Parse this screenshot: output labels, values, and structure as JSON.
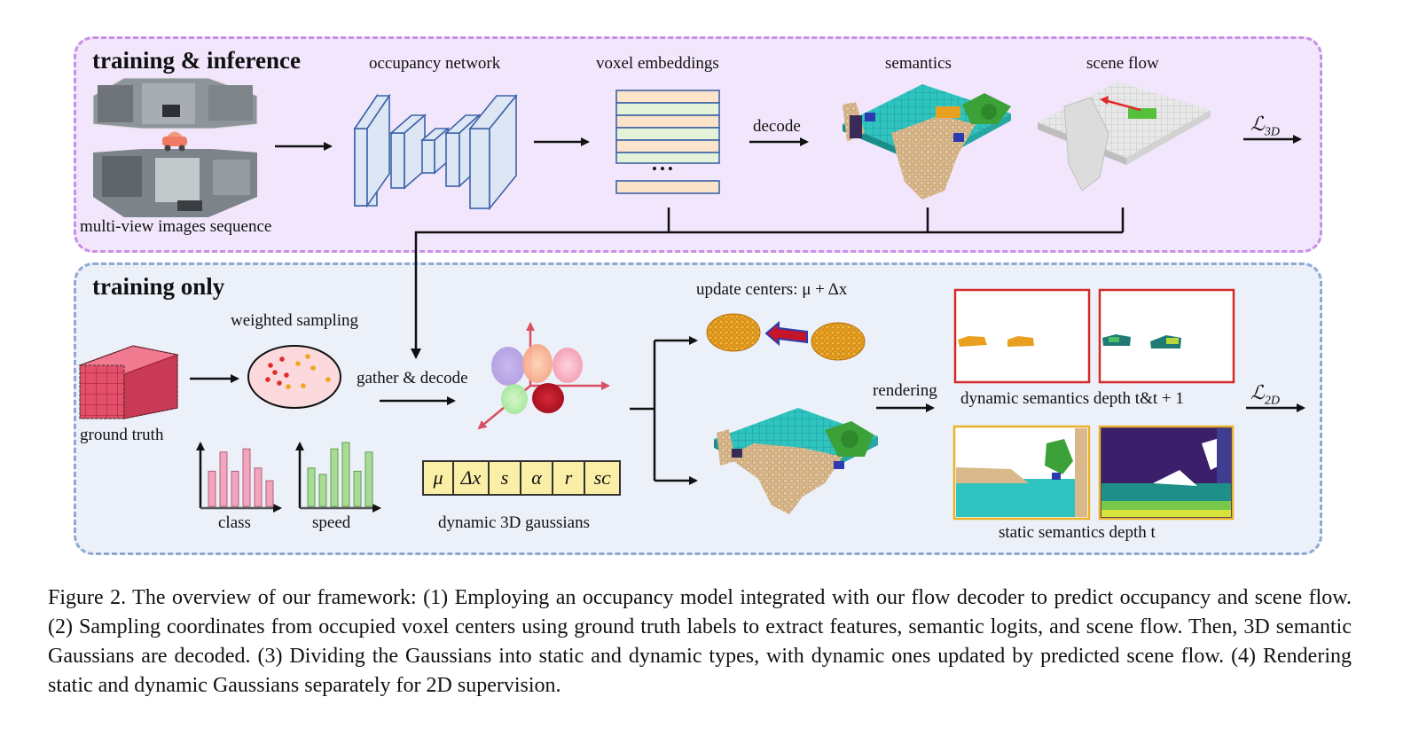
{
  "panels": {
    "top_title": "training & inference",
    "bottom_title": "training only"
  },
  "top_labels": {
    "occupancy_network": "occupancy network",
    "voxel_embeddings": "voxel embeddings",
    "semantics": "semantics",
    "scene_flow": "scene flow",
    "decode": "decode",
    "multiview": "multi-view images sequence",
    "ellipsis": "•••",
    "loss_3d": "ℒ",
    "loss_3d_sub": "3D"
  },
  "bottom_labels": {
    "weighted_sampling": "weighted sampling",
    "ground_truth": "ground truth",
    "gather_decode": "gather & decode",
    "class": "class",
    "speed": "speed",
    "dynamic_gaussians": "dynamic 3D gaussians",
    "update_centers": "update centers: μ + Δx",
    "rendering": "rendering",
    "dynamic_depth": "dynamic semantics depth t&t + 1",
    "static_depth": "static semantics depth t",
    "loss_2d": "ℒ",
    "loss_2d_sub": "2D"
  },
  "gaussian_params": [
    "μ",
    "Δx",
    "s",
    "α",
    "r",
    "sᴄ"
  ],
  "caption": "Figure 2. The overview of our framework: (1) Employing an occupancy model integrated with our flow decoder to predict occupancy and scene flow. (2) Sampling coordinates from occupied voxel centers using ground truth labels to extract features, semantic logits, and scene flow. Then, 3D semantic Gaussians are decoded. (3) Dividing the Gaussians into static and dynamic types, with dynamic ones updated by predicted scene flow. (4) Rendering static and dynamic Gaussians separately for 2D supervision.",
  "colors": {
    "top_bg": "#f1e6fb",
    "top_border": "#c98fe6",
    "bottom_bg": "#ecf0f9",
    "bottom_border": "#8fa9d4",
    "dynamic_box": "#d42a2a",
    "static_box": "#e8b32a",
    "gaussian_token": "#fbeea6",
    "voxel_cyan": "#2fc4c0",
    "voxel_tan": "#d9b88c",
    "voxel_orange": "#e9a020"
  },
  "class_hist": [
    0.55,
    0.85,
    0.55,
    0.9,
    0.6,
    0.4
  ],
  "speed_hist": [
    0.6,
    0.5,
    0.9,
    1.0,
    0.55,
    0.85
  ]
}
